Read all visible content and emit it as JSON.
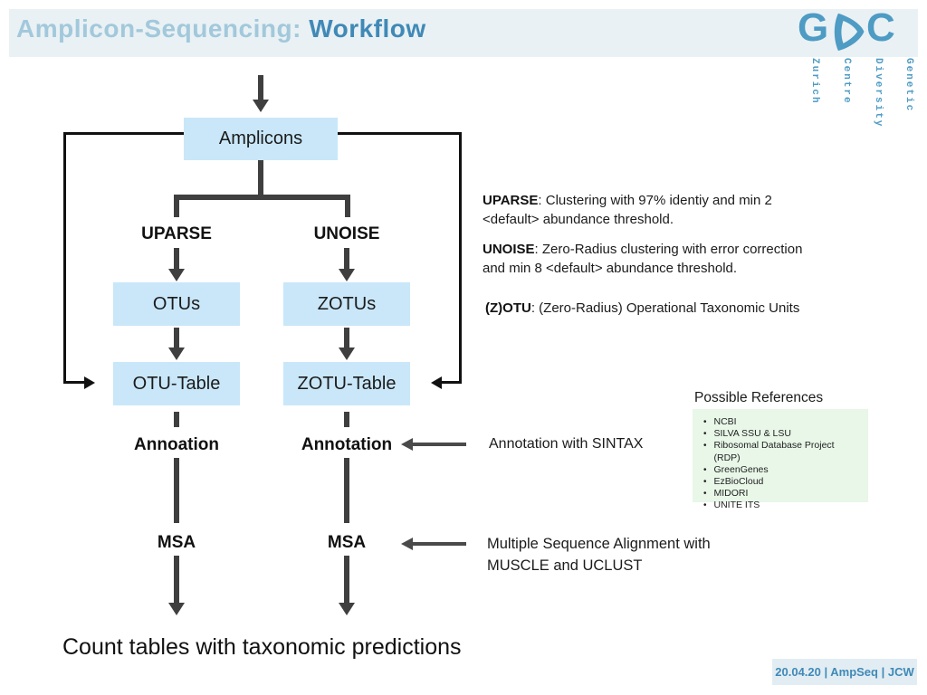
{
  "header": {
    "title_light": "Amplicon-Sequencing:",
    "title_dark": "Workflow"
  },
  "logo": {
    "letter_g": "G",
    "letter_c": "C",
    "d_icon": "stylized-d-sail",
    "words": [
      "Zurich",
      "Centre",
      "Diversity",
      "Genetic"
    ]
  },
  "flow": {
    "amplicons": "Amplicons",
    "uparse": "UPARSE",
    "unoise": "UNOISE",
    "otus": "OTUs",
    "zotus": "ZOTUs",
    "otu_table": "OTU-Table",
    "zotu_table": "ZOTU-Table",
    "annotation_left": "Annoation",
    "annotation_right": "Annotation",
    "msa_left": "MSA",
    "msa_right": "MSA",
    "result": "Count tables with taxonomic predictions"
  },
  "notes": {
    "uparse_term": "UPARSE",
    "uparse_text": ": Clustering with 97% identiy and min 2 <default> abundance threshold.",
    "unoise_term": "UNOISE",
    "unoise_text": ": Zero-Radius clustering with error correction and min 8 <default> abundance threshold.",
    "zotu_term": "(Z)OTU",
    "zotu_text": ": (Zero-Radius) Operational Taxonomic Units",
    "sintax": "Annotation with SINTAX",
    "msa": "Multiple Sequence Alignment with MUSCLE and UCLUST"
  },
  "references": {
    "title": "Possible References",
    "items": [
      "NCBI",
      "SILVA SSU & LSU",
      "Ribosomal Database Project (RDP)",
      "GreenGenes",
      "EzBioCloud",
      "MIDORI",
      "UNITE ITS"
    ]
  },
  "footer": {
    "badge": "20.04.20 | AmpSeq | JCW"
  },
  "colors": {
    "accent_blue": "#4E9BC4",
    "title_light": "#A2C8DB",
    "title_dark": "#4089B7",
    "box_fill": "#C9E7F9",
    "band_bg": "#E9F1F4",
    "refs_bg": "#E8F7E8",
    "line_dark": "#3F3F3F"
  }
}
